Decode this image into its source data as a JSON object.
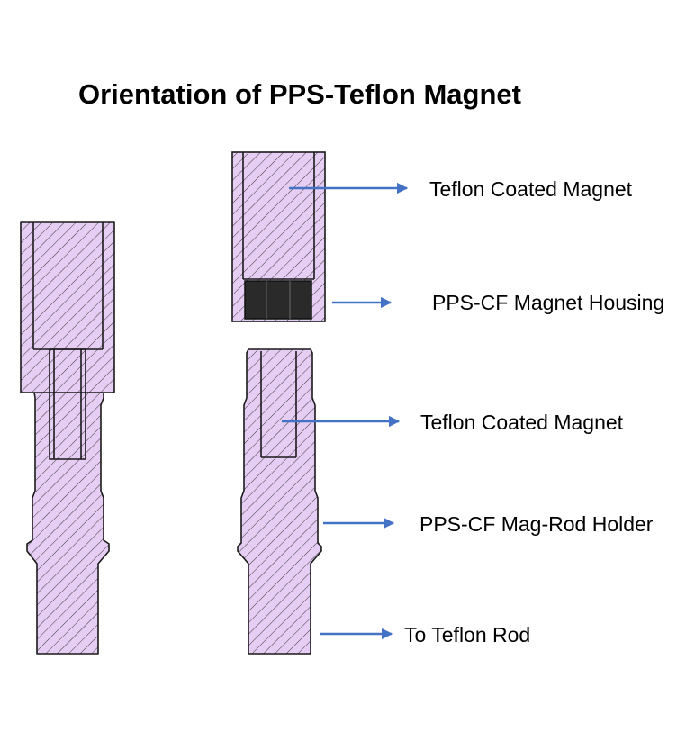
{
  "title": "Orientation of PPS-Teflon Magnet",
  "labels": {
    "magnet_top": "Teflon Coated Magnet",
    "housing": "PPS-CF Magnet Housing",
    "magnet_lower": "Teflon Coated Magnet",
    "holder": "PPS-CF Mag-Rod Holder",
    "rod": "To Teflon Rod"
  },
  "colors": {
    "part_fill": "#e6cdf3",
    "hatch": "#3a3a3a",
    "outline": "#1a1a1a",
    "housing_dark": "#2a2a2a",
    "arrow": "#4472c4",
    "text": "#000000"
  }
}
